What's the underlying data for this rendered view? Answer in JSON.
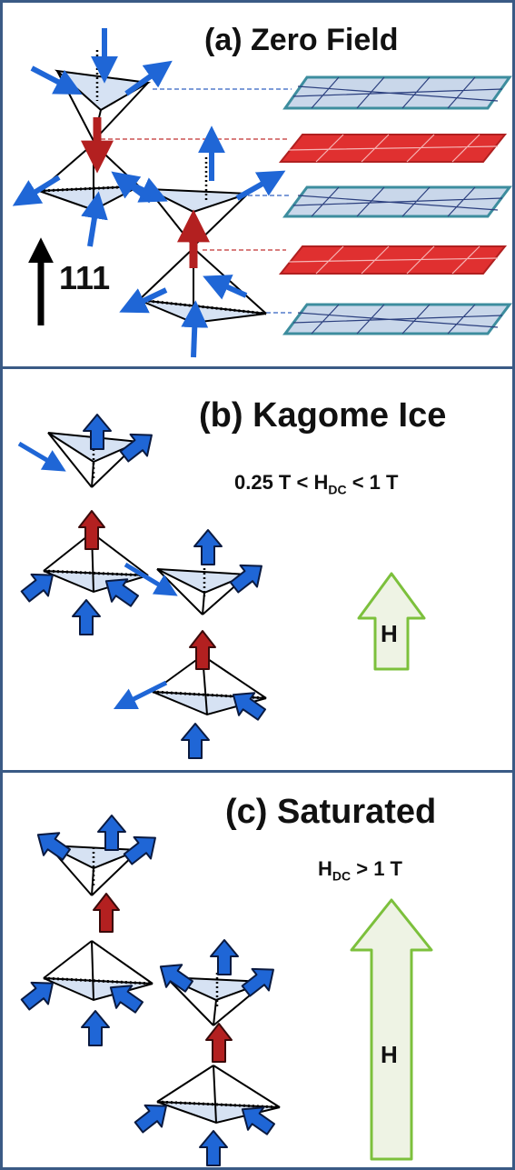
{
  "panels": {
    "a": {
      "title": "(a) Zero Field",
      "axis_label": "111"
    },
    "b": {
      "title": "(b) Kagome Ice",
      "field_range_lo": "0.25 T <",
      "field_var": "H",
      "field_sub": "DC",
      "field_range_hi": "< 1 T",
      "arrow_label": "H"
    },
    "c": {
      "title": "(c) Saturated",
      "field_var": "H",
      "field_sub": "DC",
      "field_range_hi": "> 1 T",
      "arrow_label": "H"
    }
  },
  "colors": {
    "frame": "#3a5a85",
    "blue_spin": "#1f66d6",
    "red_spin": "#b32020",
    "kagome_blue": "#c9d7ea",
    "kagome_blue_edge": "#3d8d9e",
    "triangular_red": "#e03030",
    "tetra_fill": "#d6e2f3",
    "field_arrow": "#7cc03c",
    "field_arrow_fill": "#eef3e4"
  }
}
